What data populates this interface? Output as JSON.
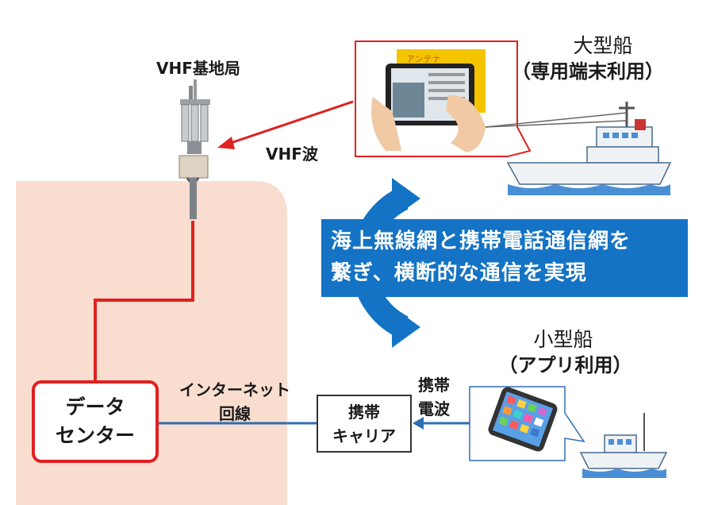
{
  "labels": {
    "vhf_station": "VHF基地局",
    "vhf_wave": "VHF波",
    "large_ship": "大型船",
    "large_ship_usage": "（専用端末利用）",
    "small_ship": "小型船",
    "small_ship_usage": "（アプリ利用）",
    "mobile_wave_line1": "携帯",
    "mobile_wave_line2": "電波",
    "internet_line_line1": "インターネット",
    "internet_line_line2": "回線",
    "antenna_tag": "アンテナ"
  },
  "banner": {
    "line1": "海上無線網と携帯電話通信網を",
    "line2": "繋ぎ、横断的な通信を実現"
  },
  "datacenter": {
    "line1": "データ",
    "line2": "センター"
  },
  "carrier": {
    "line1": "携帯",
    "line2": "キャリア"
  },
  "colors": {
    "land": "#f9ded0",
    "red_link": "#e02020",
    "blue_link": "#2f6fb3",
    "banner": "#1473c4",
    "arc": "#1473c4",
    "ship_hull": "#eef2f5",
    "water": "#4a8fd6"
  }
}
